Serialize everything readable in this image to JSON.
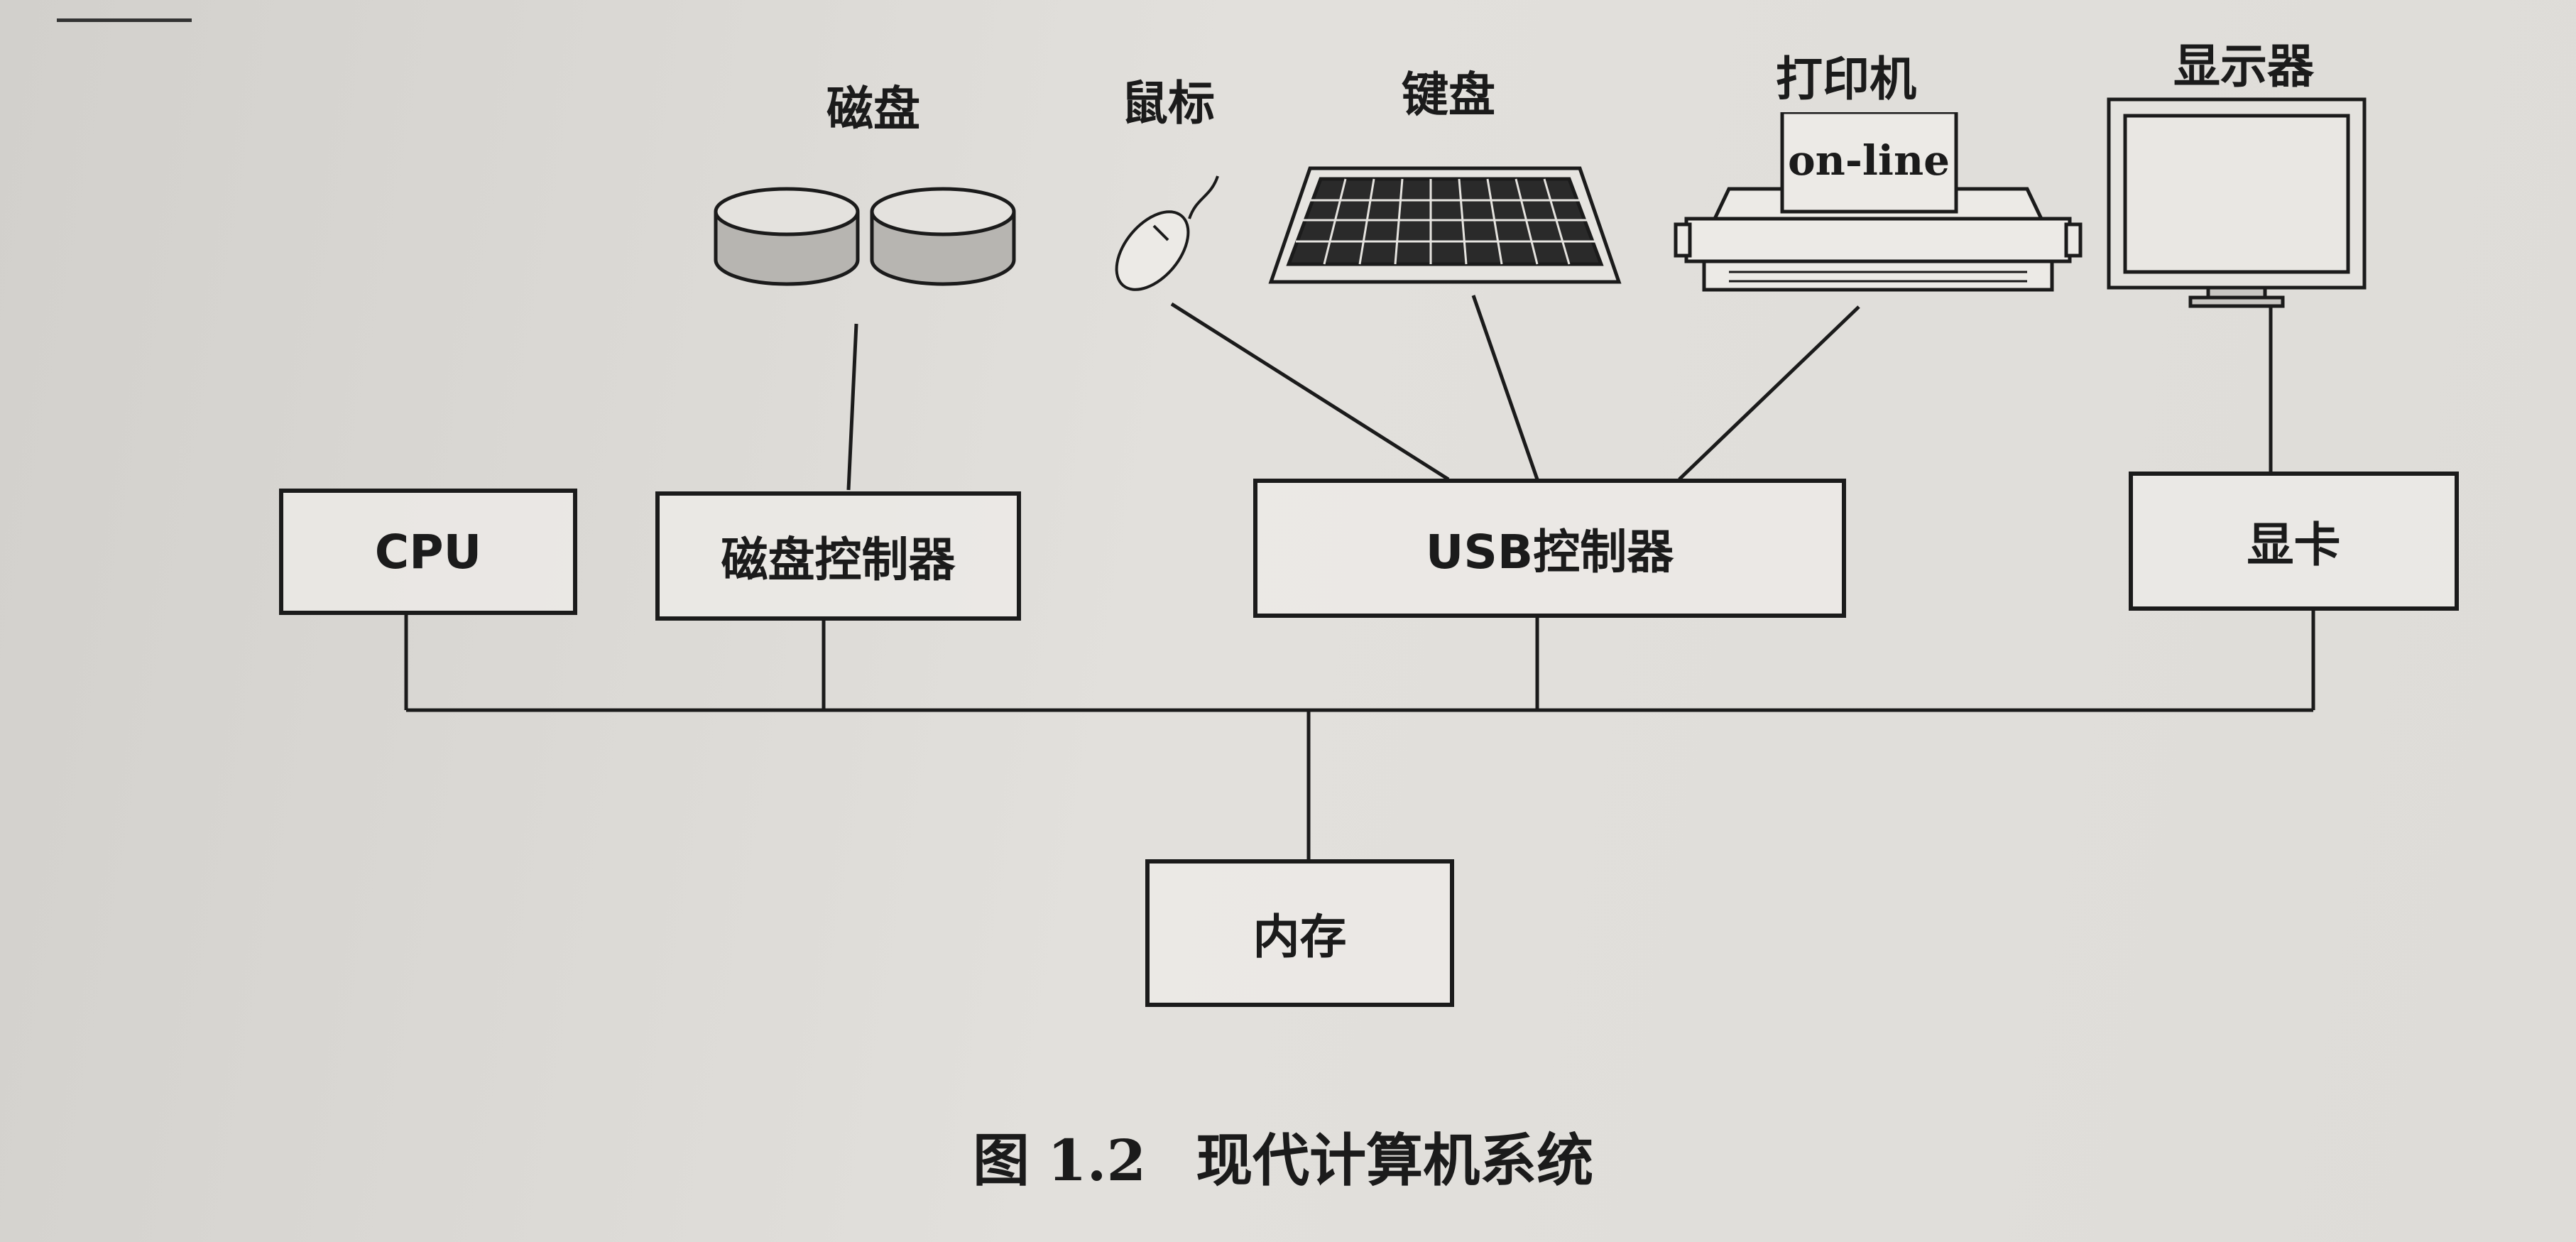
{
  "devices": {
    "disk": "磁盘",
    "mouse": "鼠标",
    "keyboard": "键盘",
    "printer": "打印机",
    "printer_screen": "on-line",
    "monitor": "显示器"
  },
  "components": {
    "cpu": "CPU",
    "disk_controller": "磁盘控制器",
    "usb_controller": "USB控制器",
    "graphics_card": "显卡",
    "memory": "内存"
  },
  "caption": {
    "prefix": "图",
    "number": "1.2",
    "title": "现代计算机系统"
  }
}
